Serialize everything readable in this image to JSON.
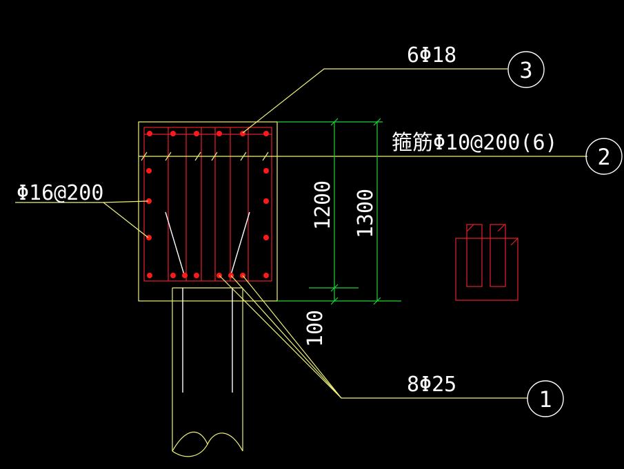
{
  "labels": {
    "top_bars": "6Φ18",
    "stirrups": "箍筋Φ10@200(6)",
    "side_bars": "Φ16@200",
    "bottom_bars": "8Φ25",
    "dim_1200": "1200",
    "dim_1300": "1300",
    "dim_100": "100"
  },
  "callouts": {
    "c1": "1",
    "c2": "2",
    "c3": "3"
  },
  "colors": {
    "outline": "#f2f27a",
    "rebar": "#e8202a",
    "dimension": "#1fd43a",
    "text": "#ffffff",
    "background": "#000000"
  }
}
